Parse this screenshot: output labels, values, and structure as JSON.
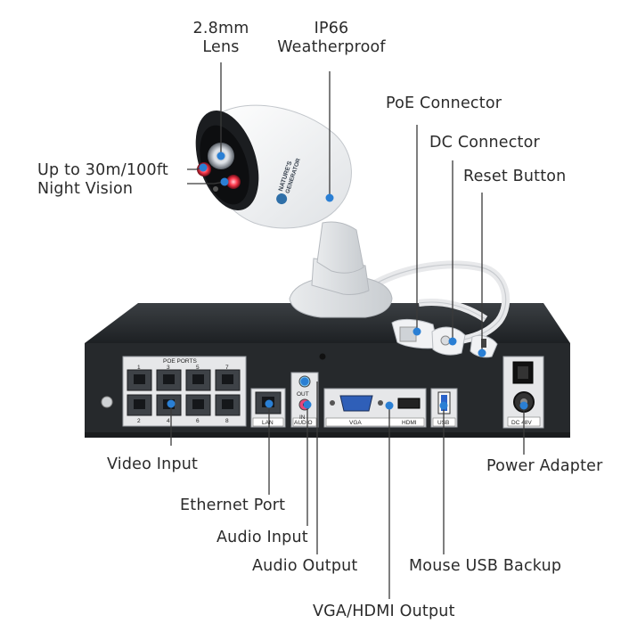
{
  "labels": {
    "lens": [
      "2.8mm",
      "Lens"
    ],
    "weatherproof": [
      "IP66",
      "Weatherproof"
    ],
    "poe_connector": "PoE Connector",
    "dc_connector": "DC Connector",
    "reset_button": "Reset Button",
    "night_vision": [
      "Up to 30m/100ft",
      "Night Vision"
    ],
    "video_input": "Video Input",
    "ethernet_port": "Ethernet Port",
    "audio_input": "Audio Input",
    "audio_output": "Audio Output",
    "power_adapter": "Power Adapter",
    "mouse_usb_backup": "Mouse USB Backup",
    "vga_hdmi_output": "VGA/HDMI Output"
  },
  "panel": {
    "poe_ports_title": "POE PORTS",
    "port_numbers_top": [
      "1",
      "3",
      "5",
      "7"
    ],
    "port_numbers_bottom": [
      "2",
      "4",
      "6",
      "8"
    ],
    "lan": "LAN",
    "audio": "AUDIO",
    "out": "OUT",
    "in": "IN",
    "vga": "VGA",
    "hdmi": "HDMI",
    "usb": "USB",
    "dc": "DC 48V"
  },
  "camera_brand": [
    "NATURE'S",
    "GENERATOR"
  ],
  "colors": {
    "dot": "#2a7fd4",
    "line": "#3a3a3a",
    "nvr_body": "#2a2d30",
    "panel_silver": "#e6e7e9",
    "camera_white": "#f4f5f6"
  }
}
